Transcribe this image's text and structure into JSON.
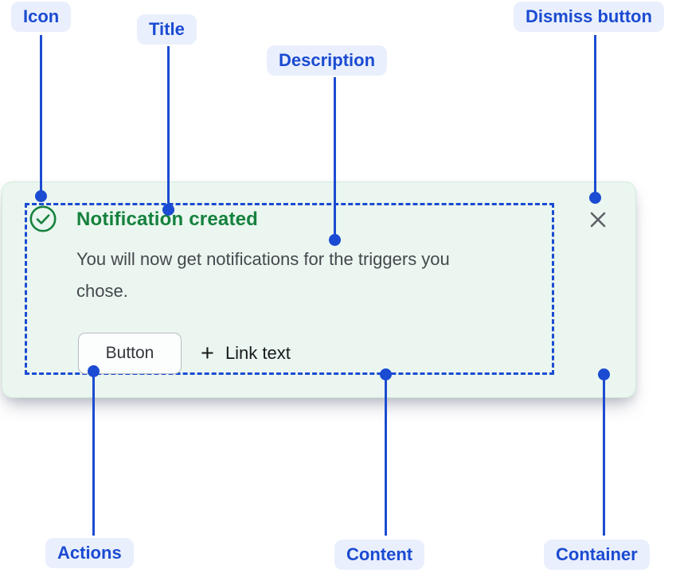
{
  "annotations": {
    "icon": "Icon",
    "title": "Title",
    "description": "Description",
    "dismiss": "Dismiss button",
    "actions": "Actions",
    "content": "Content",
    "container": "Container"
  },
  "notification": {
    "title": "Notification created",
    "description": "You will now get notifications for the triggers you chose.",
    "button_label": "Button",
    "link_label": "Link text",
    "status": "success",
    "icons": {
      "status_icon": "check-circle-icon",
      "link_icon": "plus-icon",
      "dismiss_icon": "close-icon"
    }
  },
  "colors": {
    "accent_blue": "#1b4bd2",
    "label_pill_bg": "#e9effc",
    "success_green": "#15813d",
    "card_bg": "#eaf6ef",
    "card_border": "#d2ecdd",
    "description_text": "#45484e",
    "dismiss_gray": "#5f6167",
    "button_border": "#b8bcc3"
  }
}
